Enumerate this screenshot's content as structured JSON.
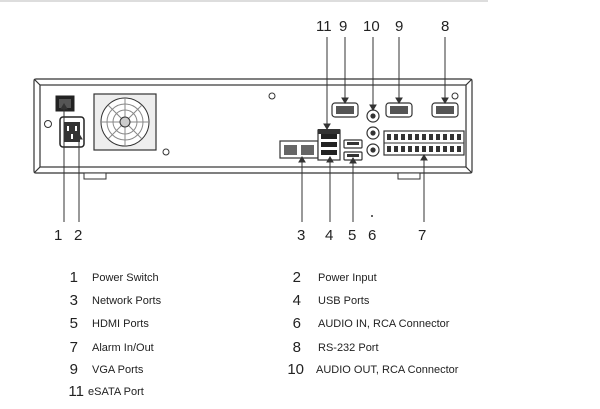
{
  "callouts_top": [
    {
      "id": "11",
      "label": "11"
    },
    {
      "id": "9a",
      "label": "9"
    },
    {
      "id": "10",
      "label": "10"
    },
    {
      "id": "9b",
      "label": "9"
    },
    {
      "id": "8",
      "label": "8"
    }
  ],
  "callouts_bottom": [
    {
      "id": "1",
      "label": "1"
    },
    {
      "id": "2",
      "label": "2"
    },
    {
      "id": "3",
      "label": "3"
    },
    {
      "id": "4",
      "label": "4"
    },
    {
      "id": "5",
      "label": "5"
    },
    {
      "id": "6",
      "label": "6"
    },
    {
      "id": "7",
      "label": "7"
    }
  ],
  "legend": [
    {
      "number": "1",
      "label": "Power Switch"
    },
    {
      "number": "2",
      "label": "Power Input"
    },
    {
      "number": "3",
      "label": "Network Ports"
    },
    {
      "number": "4",
      "label": "USB Ports"
    },
    {
      "number": "5",
      "label": "HDMI Ports"
    },
    {
      "number": "6",
      "label": "AUDIO IN, RCA Connector"
    },
    {
      "number": "7",
      "label": "Alarm In/Out"
    },
    {
      "number": "8",
      "label": "RS-232 Port"
    },
    {
      "number": "9",
      "label": "VGA Ports"
    },
    {
      "number": "10",
      "label": "AUDIO OUT, RCA Connector"
    },
    {
      "number": "11",
      "label": "eSATA Port"
    }
  ]
}
